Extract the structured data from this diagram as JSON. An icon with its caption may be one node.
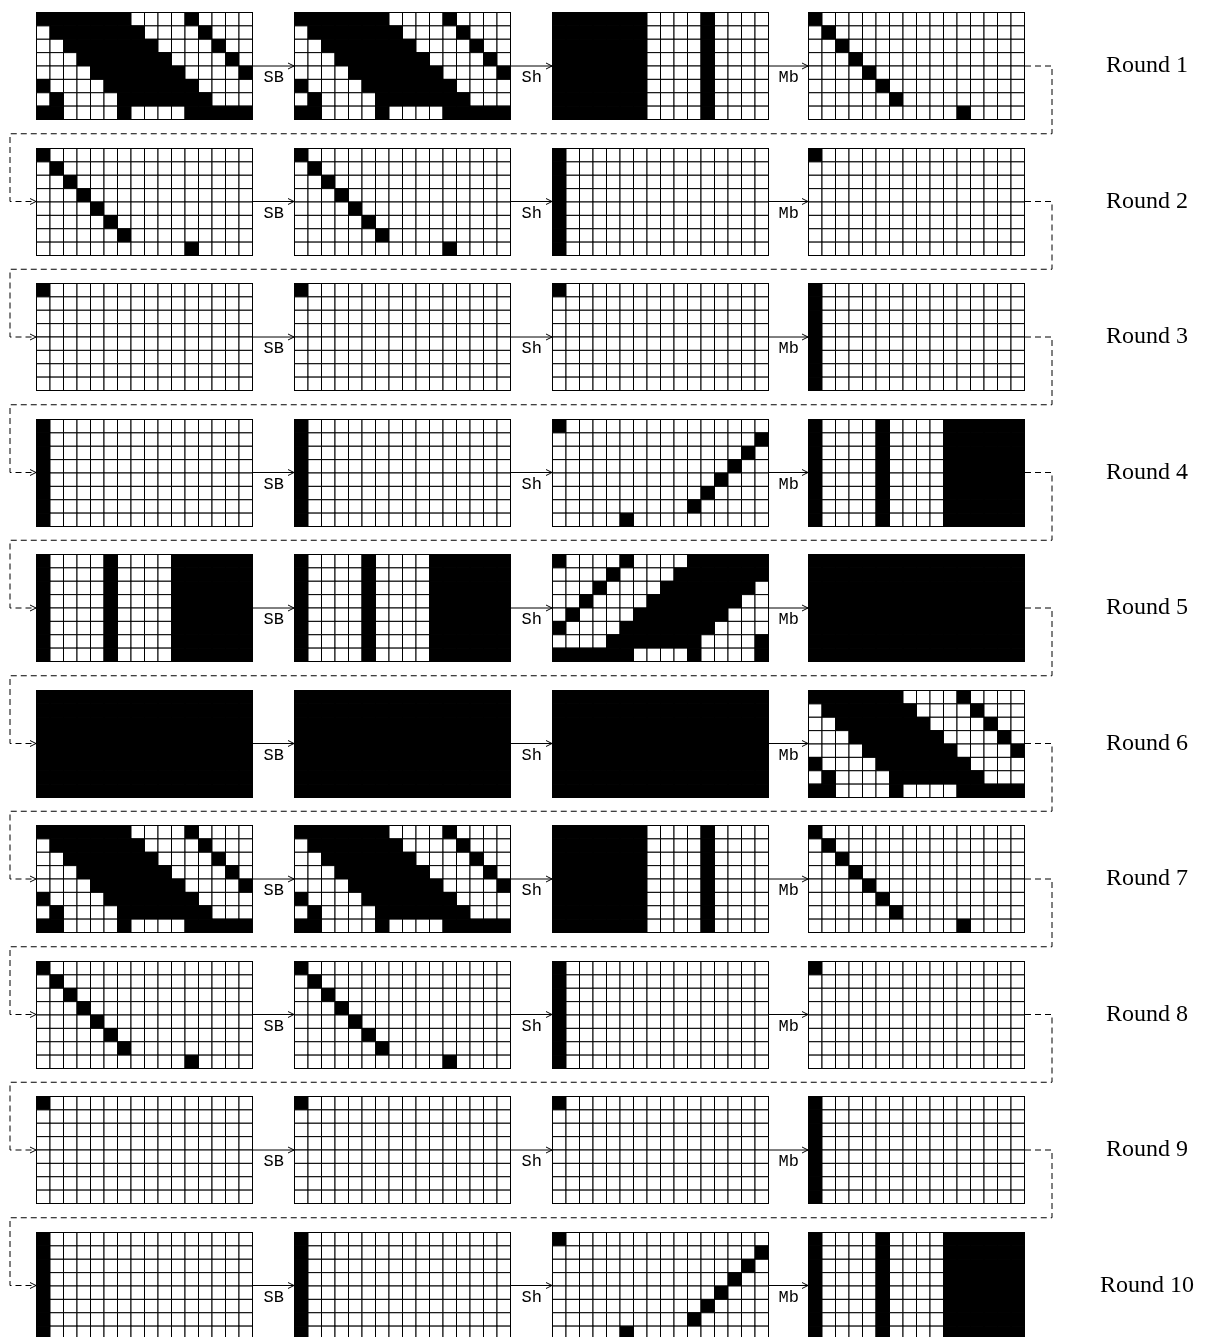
{
  "diagram": {
    "nodes": [
      {
        "text": [],
        "shape": "grid"
      },
      {
        "text": [],
        "shape": "grid"
      },
      {
        "text": [],
        "shape": "grid"
      },
      {
        "text": [],
        "shape": "grid"
      },
      {
        "text": [],
        "shape": "grid"
      },
      {
        "text": [],
        "shape": "grid"
      },
      {
        "text": [],
        "shape": "grid"
      },
      {
        "text": [],
        "shape": "grid"
      },
      {
        "text": [],
        "shape": "grid"
      },
      {
        "text": [],
        "shape": "grid"
      },
      {
        "text": [],
        "shape": "grid"
      },
      {
        "text": [],
        "shape": "grid"
      },
      {
        "text": [],
        "shape": "grid"
      },
      {
        "text": [],
        "shape": "grid"
      },
      {
        "text": [],
        "shape": "grid"
      },
      {
        "text": [],
        "shape": "grid"
      },
      {
        "text": [],
        "shape": "grid"
      },
      {
        "text": [],
        "shape": "grid"
      },
      {
        "text": [],
        "shape": "grid"
      },
      {
        "text": [],
        "shape": "grid"
      },
      {
        "text": [],
        "shape": "grid"
      },
      {
        "text": [],
        "shape": "grid"
      },
      {
        "text": [],
        "shape": "grid"
      },
      {
        "text": [],
        "shape": "grid"
      },
      {
        "text": [],
        "shape": "grid"
      },
      {
        "text": [],
        "shape": "grid"
      },
      {
        "text": [],
        "shape": "grid"
      },
      {
        "text": [],
        "shape": "grid"
      },
      {
        "text": [],
        "shape": "grid"
      },
      {
        "text": [],
        "shape": "grid"
      },
      {
        "text": [],
        "shape": "grid"
      },
      {
        "text": [],
        "shape": "grid"
      },
      {
        "text": [],
        "shape": "grid"
      },
      {
        "text": [],
        "shape": "grid"
      },
      {
        "text": [],
        "shape": "grid"
      },
      {
        "text": [],
        "shape": "grid"
      },
      {
        "text": [],
        "shape": "grid"
      },
      {
        "text": [],
        "shape": "grid"
      },
      {
        "text": [],
        "shape": "grid"
      },
      {
        "text": [],
        "shape": "grid"
      }
    ],
    "edges": [
      {
        "from": 0,
        "to": 1,
        "arrow": "to",
        "label": "SB"
      },
      {
        "from": 1,
        "to": 2,
        "arrow": "to",
        "label": "Sh"
      },
      {
        "from": 2,
        "to": 3,
        "arrow": "to",
        "label": "Mb"
      },
      {
        "from": 3,
        "to": 4,
        "arrow": "to",
        "style": "dashed"
      },
      {
        "from": 4,
        "to": 5,
        "arrow": "to",
        "label": "SB"
      },
      {
        "from": 5,
        "to": 6,
        "arrow": "to",
        "label": "Sh"
      },
      {
        "from": 6,
        "to": 7,
        "arrow": "to",
        "label": "Mb"
      },
      {
        "from": 7,
        "to": 8,
        "arrow": "to",
        "style": "dashed"
      },
      {
        "from": 8,
        "to": 9,
        "arrow": "to",
        "label": "SB"
      },
      {
        "from": 9,
        "to": 10,
        "arrow": "to",
        "label": "Sh"
      },
      {
        "from": 10,
        "to": 11,
        "arrow": "to",
        "label": "Mb"
      },
      {
        "from": 11,
        "to": 12,
        "arrow": "to",
        "style": "dashed"
      },
      {
        "from": 12,
        "to": 13,
        "arrow": "to",
        "label": "SB"
      },
      {
        "from": 13,
        "to": 14,
        "arrow": "to",
        "label": "Sh"
      },
      {
        "from": 14,
        "to": 15,
        "arrow": "to",
        "label": "Mb"
      },
      {
        "from": 15,
        "to": 16,
        "arrow": "to",
        "style": "dashed"
      },
      {
        "from": 16,
        "to": 17,
        "arrow": "to",
        "label": "SB"
      },
      {
        "from": 17,
        "to": 18,
        "arrow": "to",
        "label": "Sh"
      },
      {
        "from": 18,
        "to": 19,
        "arrow": "to",
        "label": "Mb"
      },
      {
        "from": 19,
        "to": 20,
        "arrow": "to",
        "style": "dashed"
      },
      {
        "from": 20,
        "to": 21,
        "arrow": "to",
        "label": "SB"
      },
      {
        "from": 21,
        "to": 22,
        "arrow": "to",
        "label": "Sh"
      },
      {
        "from": 22,
        "to": 23,
        "arrow": "to",
        "label": "Mb"
      },
      {
        "from": 23,
        "to": 24,
        "arrow": "to",
        "style": "dashed"
      },
      {
        "from": 24,
        "to": 25,
        "arrow": "to",
        "label": "SB"
      },
      {
        "from": 25,
        "to": 26,
        "arrow": "to",
        "label": "Sh"
      },
      {
        "from": 26,
        "to": 27,
        "arrow": "to",
        "label": "Mb"
      },
      {
        "from": 27,
        "to": 28,
        "arrow": "to",
        "style": "dashed"
      },
      {
        "from": 28,
        "to": 29,
        "arrow": "to",
        "label": "SB"
      },
      {
        "from": 29,
        "to": 30,
        "arrow": "to",
        "label": "Sh"
      },
      {
        "from": 30,
        "to": 31,
        "arrow": "to",
        "label": "Mb"
      },
      {
        "from": 31,
        "to": 32,
        "arrow": "to",
        "style": "dashed"
      },
      {
        "from": 32,
        "to": 33,
        "arrow": "to",
        "label": "SB"
      },
      {
        "from": 33,
        "to": 34,
        "arrow": "to",
        "label": "Sh"
      },
      {
        "from": 34,
        "to": 35,
        "arrow": "to",
        "label": "Mb"
      },
      {
        "from": 35,
        "to": 36,
        "arrow": "to",
        "style": "dashed"
      },
      {
        "from": 36,
        "to": 37,
        "arrow": "to",
        "label": "SB"
      },
      {
        "from": 37,
        "to": 38,
        "arrow": "to",
        "label": "Sh"
      },
      {
        "from": 38,
        "to": 39,
        "arrow": "to",
        "label": "Mb"
      }
    ],
    "labels": [
      "Round 1",
      "Round 2",
      "Round 3",
      "Round 4",
      "Round 5",
      "Round 6",
      "Round 7",
      "Round 8",
      "Round 9",
      "Round 10"
    ]
  }
}
